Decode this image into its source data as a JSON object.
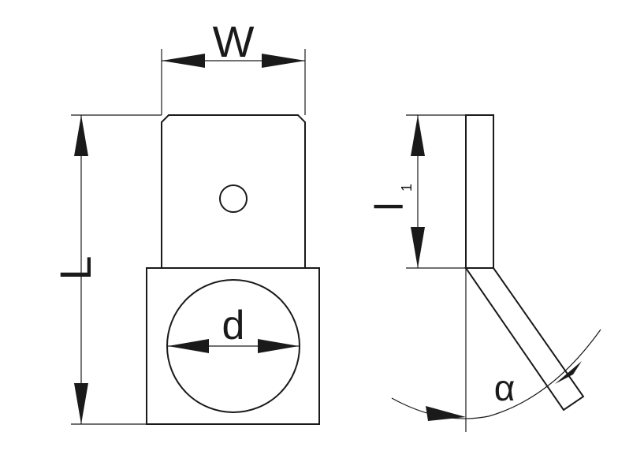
{
  "labels": {
    "width": "W",
    "length": "L",
    "hole_diameter": "d",
    "tab_length_letter": "l",
    "tab_length_subscript": "1",
    "bend_angle": "α"
  }
}
